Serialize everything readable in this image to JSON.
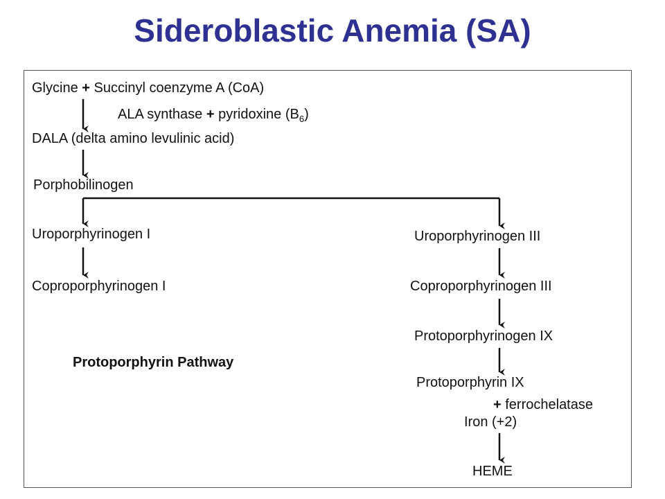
{
  "title": "Sideroblastic Anemia (SA)",
  "pathway": {
    "step1": {
      "left": "Glycine",
      "plus": "+",
      "right": "Succinyl coenzyme A (CoA)"
    },
    "enzyme1": {
      "left": "ALA synthase",
      "plus": "+",
      "right": "pyridoxine (B",
      "sub": "6",
      "close": ")"
    },
    "step2": "DALA (delta amino levulinic acid)",
    "step3": "Porphobilinogen",
    "left_branch": [
      "Uroporphyrinogen I",
      "Coproporphyrinogen I"
    ],
    "right_branch": [
      "Uroporphyrinogen III",
      "Coproporphyrinogen III",
      "Protoporphyrinogen IX",
      "Protoporphyrin IX"
    ],
    "cofactor": {
      "plus": "+",
      "label": "ferrochelatase"
    },
    "iron": "Iron (+2)",
    "product": "HEME",
    "caption": "Protoporphyrin Pathway"
  },
  "colors": {
    "title": "#2e3192",
    "text": "#111111",
    "arrow": "#111111"
  }
}
